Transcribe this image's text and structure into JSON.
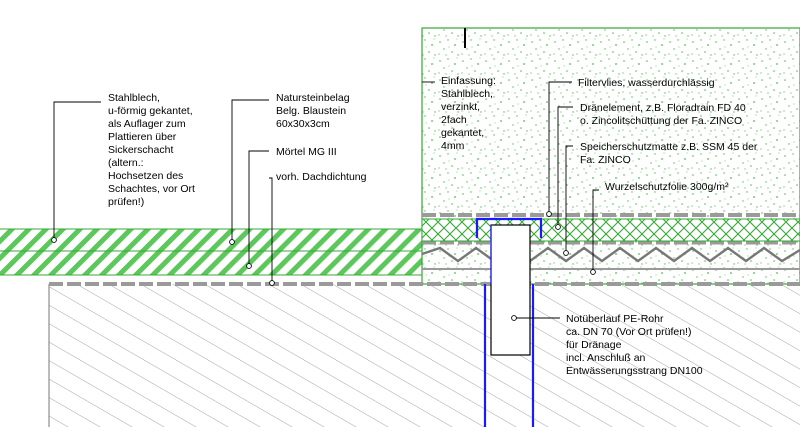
{
  "labels": {
    "stahlblech": [
      "Stahlblech,",
      "u-förmig gekantet,",
      "als Auflager zum",
      "Plattieren über",
      "Sickerschacht",
      "(altern.:",
      "Hochsetzen des",
      "Schachtes, vor Ort",
      "prüfen!)"
    ],
    "naturstein": [
      "Natursteinbelag",
      "Belg. Blaustein",
      "60x30x3cm"
    ],
    "moertel": [
      "Mörtel MG III"
    ],
    "dachdichtung": [
      "vorh. Dachdichtung"
    ],
    "einfassung": [
      "Einfassung:",
      "Stahlblech,",
      "verzinkt,",
      "2fach",
      "gekantet,",
      "4mm"
    ],
    "filtervlies": [
      "Filtervlies, wasserdurchlässig"
    ],
    "draenelement": [
      "Dränelement, z.B. Floradrain FD 40",
      "o. Zincolitschüttung der Fa. ZINCO"
    ],
    "speicher": [
      "Speicherschutzmatte z.B. SSM 45 der",
      "Fa. ZINCO"
    ],
    "wurzel": [
      "Wurzelschutzfolie 300g/m²"
    ],
    "notueberlauf": [
      "Notüberlauf PE-Rohr",
      "ca. DN 70 (Vor Ort prüfen!)",
      "für Dränage",
      "incl. Anschluß an",
      "Entwässerungsstrang DN100"
    ]
  },
  "colors": {
    "paving_hatch": "#5cc85c",
    "gravel": "#4fbf4f",
    "green_box": "#33a833",
    "blue_frame": "#1a1aff",
    "concrete_hatch": "#8c8c8c",
    "membrane": "#9a9a9a"
  }
}
